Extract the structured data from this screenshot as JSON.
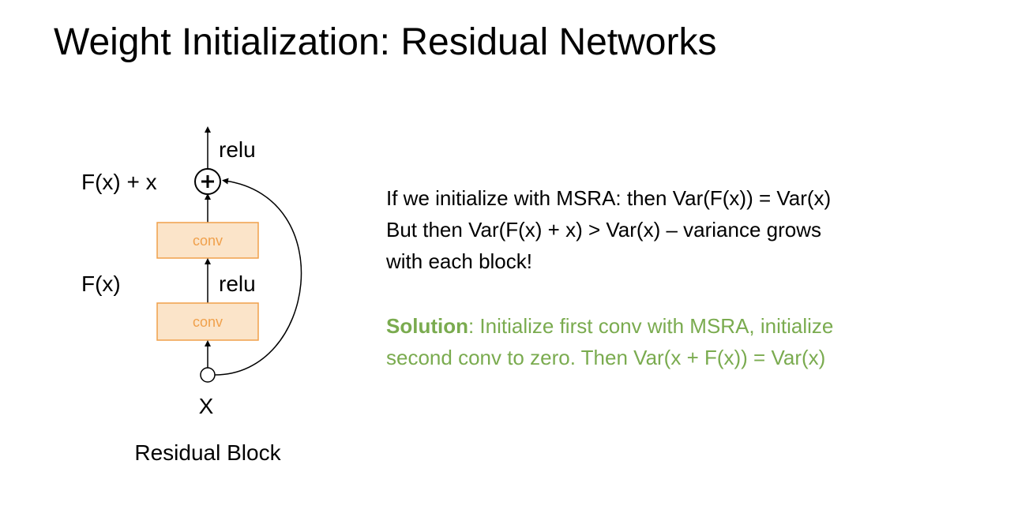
{
  "slide": {
    "title": "Weight Initialization: Residual Networks"
  },
  "diagram": {
    "top_activation": "relu",
    "sum_label": "F(x) + x",
    "residual_label": "F(x)",
    "middle_activation": "relu",
    "conv_top": "conv",
    "conv_bottom": "conv",
    "input_label": "X",
    "caption": "Residual Block"
  },
  "text": {
    "line1": "If we initialize with MSRA: then Var(F(x)) = Var(x)",
    "line2": "But then Var(F(x) + x) > Var(x) – variance grows",
    "line3": "with each block!"
  },
  "solution": {
    "keyword": "Solution",
    "line1_rest": ": Initialize first conv with MSRA, initialize",
    "line2": "second conv to zero. Then Var(x + F(x)) = Var(x)"
  },
  "colors": {
    "conv_fill": "#fbe4c9",
    "conv_stroke": "#f0a04b",
    "conv_text": "#f0a04b",
    "solution_text": "#7aab4f"
  }
}
